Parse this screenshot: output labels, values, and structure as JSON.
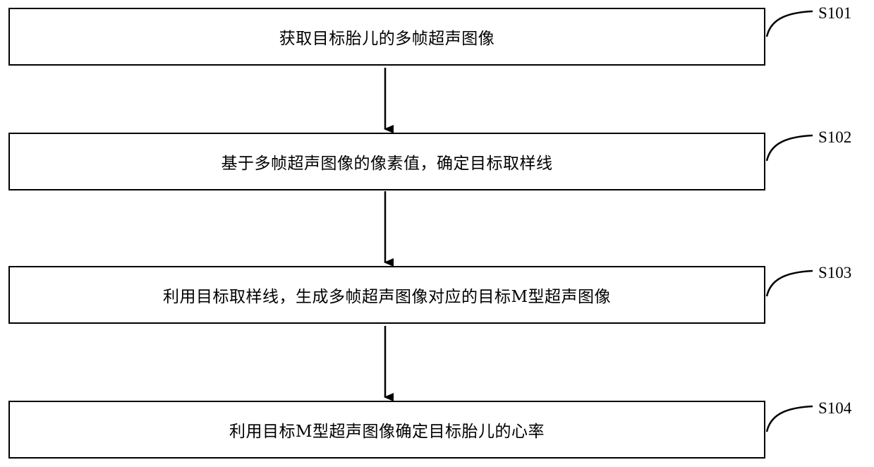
{
  "steps": [
    {
      "id": "S101",
      "text": "获取目标胎儿的多帧超声图像"
    },
    {
      "id": "S102",
      "text": "基于多帧超声图像的像素值，确定目标取样线"
    },
    {
      "id": "S103",
      "text": "利用目标取样线，生成多帧超声图像对应的目标M型超声图像"
    },
    {
      "id": "S104",
      "text": "利用目标M型超声图像确定目标胎儿的心率"
    }
  ]
}
